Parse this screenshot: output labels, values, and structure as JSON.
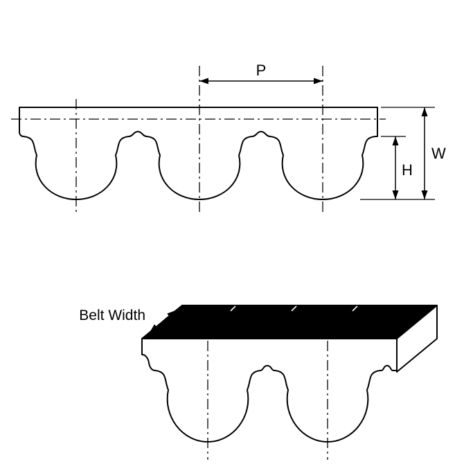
{
  "diagram": {
    "labels": {
      "pitch": "P",
      "overall_thickness": "W",
      "tooth_height": "H",
      "belt_width": "Belt Width"
    }
  },
  "colors": {
    "line": "#000000",
    "top_surface_fill": "#000000",
    "background": "#ffffff"
  }
}
